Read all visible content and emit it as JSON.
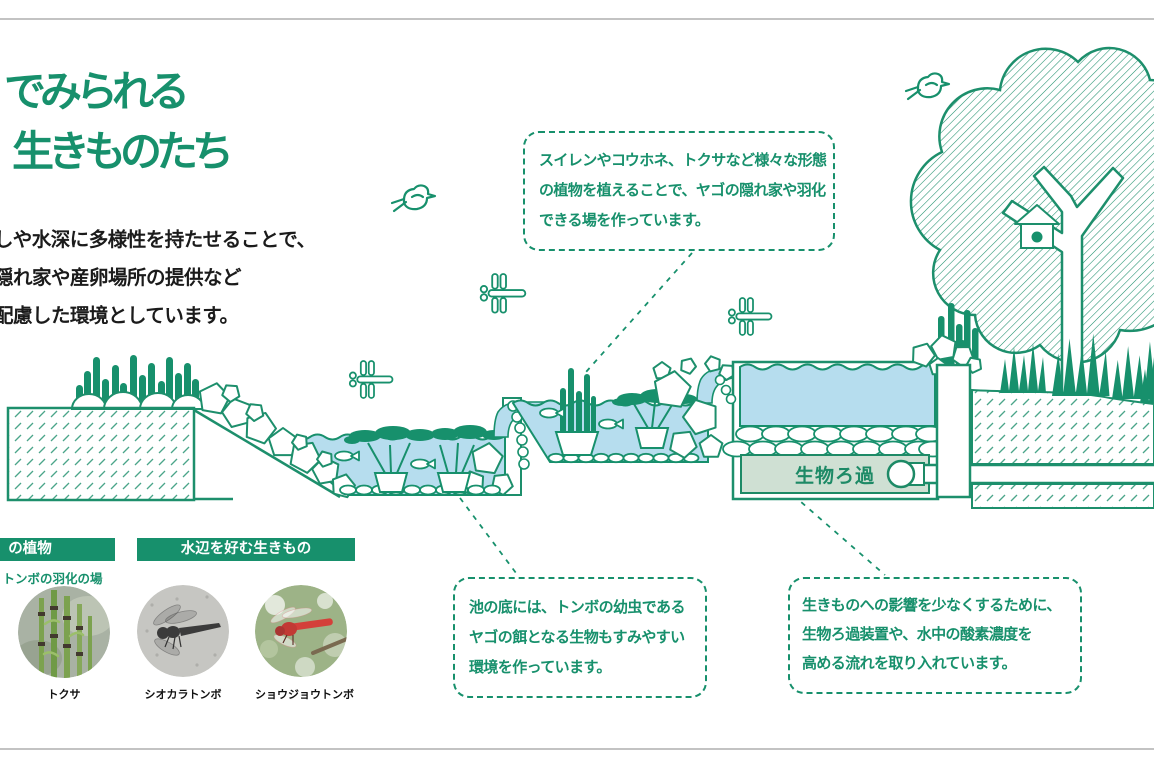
{
  "header": {
    "title_lines": [
      "でみられる",
      "生きものたち"
    ],
    "intro_lines": [
      "しや水深に多様性を持たせることで、",
      "隠れ家や産卵場所の提供など",
      "配慮した環境としています。"
    ]
  },
  "callouts": {
    "plants": {
      "lines": [
        "スイレンやコウホネ、トクサなど様々な形態",
        "の植物を植えることで、ヤゴの隠れ家や羽化",
        "できる場を作っています。"
      ]
    },
    "pond_bottom": {
      "lines": [
        "池の底には、トンボの幼虫である",
        "ヤゴの餌となる生物もすみやすい",
        "環境を作っています。"
      ]
    },
    "filtration": {
      "lines": [
        "生きものへの影響を少なくするために、",
        "生物ろ過装置や、水中の酸素濃度を",
        "高める流れを取り入れています。"
      ]
    }
  },
  "diagram": {
    "bio_filter_label": "生物ろ過"
  },
  "legend": {
    "plants_header": "の植物",
    "plants_note": "・トンボの羽化の場",
    "creatures_header": "水辺を好む生きもの",
    "photos": [
      {
        "label": "トクサ"
      },
      {
        "label": "シオカラトンボ"
      },
      {
        "label": "ショウジョウトンボ"
      }
    ]
  },
  "colors": {
    "green": "#17906c",
    "water_blue": "#b6ddee",
    "filter_box_fill": "#cfe0d3",
    "text_black": "#1b1b1b",
    "rule_gray": "#c3c3c3",
    "red_dragonfly": "#d4403a"
  }
}
